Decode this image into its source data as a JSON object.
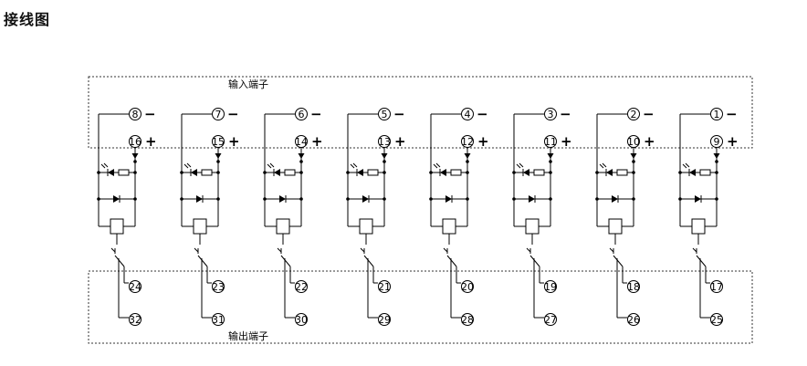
{
  "page": {
    "title": "接线图"
  },
  "diagram": {
    "input_box_label": "输入端子",
    "output_box_label": "输出端子",
    "minus_symbol": "−",
    "plus_symbol": "+",
    "channels": [
      {
        "neg_pin": "8",
        "pos_pin": "16",
        "out_a": "24",
        "out_b": "32"
      },
      {
        "neg_pin": "7",
        "pos_pin": "15",
        "out_a": "23",
        "out_b": "31"
      },
      {
        "neg_pin": "6",
        "pos_pin": "14",
        "out_a": "22",
        "out_b": "30"
      },
      {
        "neg_pin": "5",
        "pos_pin": "13",
        "out_a": "21",
        "out_b": "29"
      },
      {
        "neg_pin": "4",
        "pos_pin": "12",
        "out_a": "20",
        "out_b": "28"
      },
      {
        "neg_pin": "3",
        "pos_pin": "11",
        "out_a": "19",
        "out_b": "27"
      },
      {
        "neg_pin": "2",
        "pos_pin": "10",
        "out_a": "18",
        "out_b": "26"
      },
      {
        "neg_pin": "1",
        "pos_pin": "9",
        "out_a": "17",
        "out_b": "25"
      }
    ]
  }
}
